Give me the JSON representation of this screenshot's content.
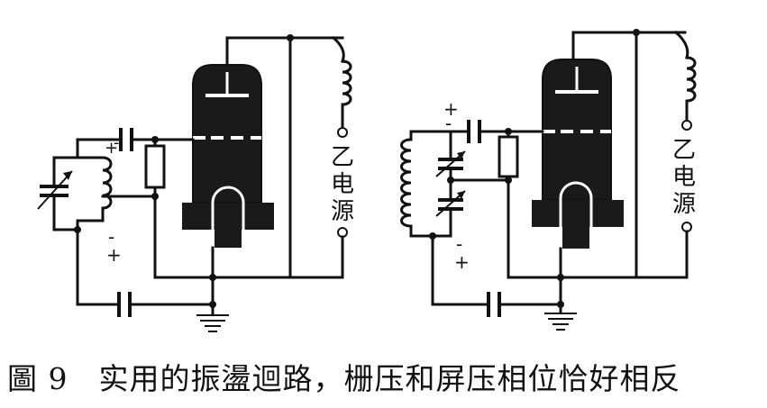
{
  "caption": {
    "figure_number": "圖 9",
    "text": "实用的振盪迴路，栅压和屏压相位恰好相反"
  },
  "left_circuit": {
    "supply_label": [
      "乙",
      "电",
      "源"
    ],
    "polarity_top": "+",
    "polarity_top_minus": "-",
    "polarity_bottom_minus": "-",
    "polarity_bottom_plus": "+"
  },
  "right_circuit": {
    "supply_label": [
      "乙",
      "电",
      "源"
    ],
    "polarity_top_plus": "+",
    "polarity_top_minus": "-",
    "polarity_bottom_minus": "-",
    "polarity_bottom_plus": "+"
  }
}
